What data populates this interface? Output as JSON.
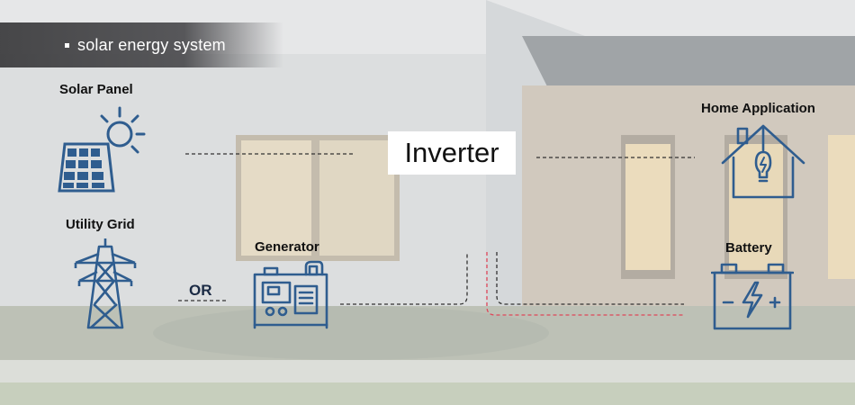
{
  "header": {
    "title": "solar energy system"
  },
  "nodes": {
    "solar_panel": {
      "label": "Solar Panel",
      "icon": "solar-panel-icon"
    },
    "utility_grid": {
      "label": "Utility Grid",
      "icon": "power-tower-icon"
    },
    "or_label": "OR",
    "generator": {
      "label": "Generator",
      "icon": "generator-icon"
    },
    "inverter": {
      "label": "Inverter"
    },
    "home_application": {
      "label": "Home Application",
      "icon": "house-bulb-icon"
    },
    "battery": {
      "label": "Battery",
      "icon": "battery-icon"
    }
  },
  "colors": {
    "icon_stroke": "#2f5d8f",
    "connector_dark": "#333333",
    "connector_red": "#e0465a",
    "banner_bg": "#3e3e40"
  }
}
